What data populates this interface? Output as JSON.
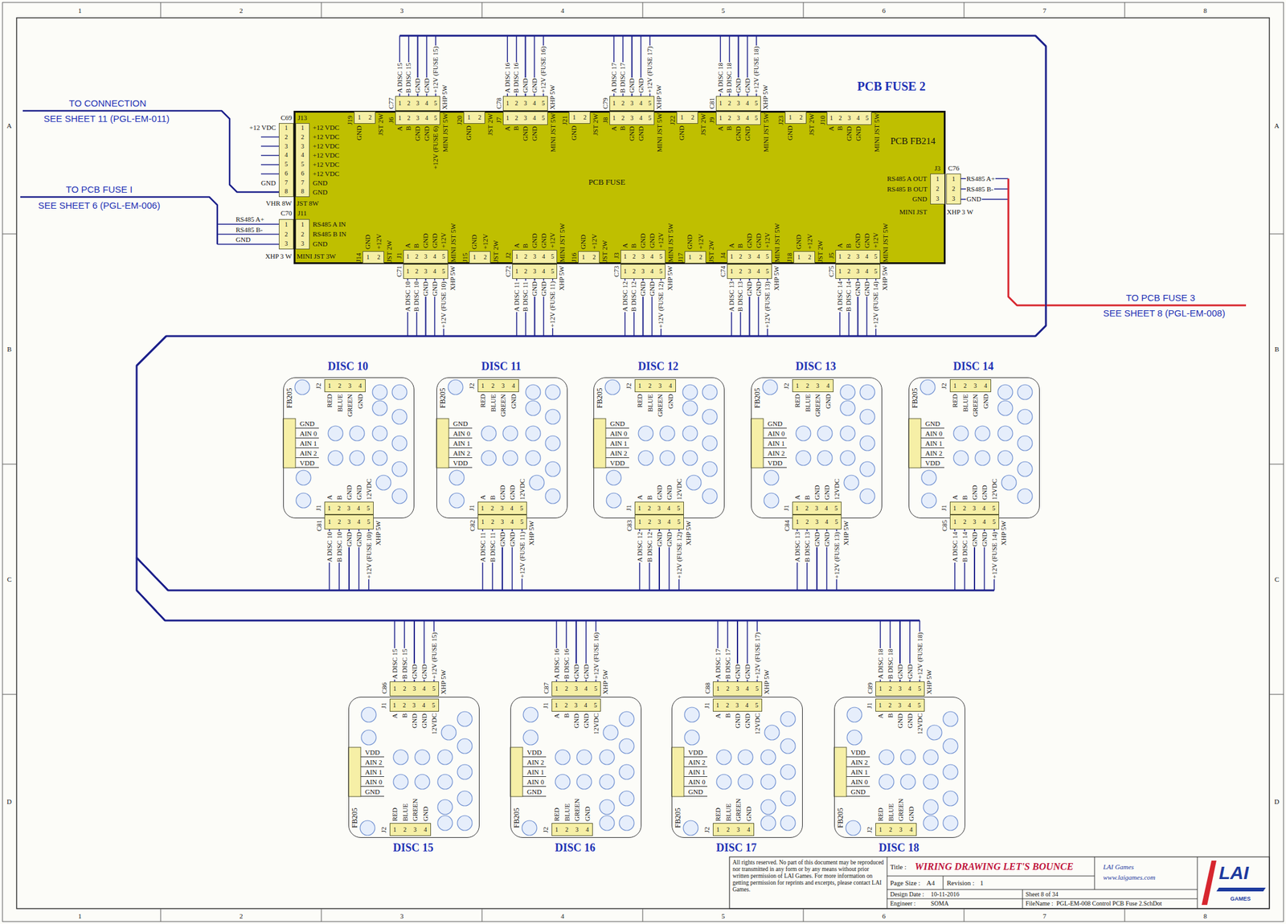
{
  "diagram": {
    "title": "WIRING DRAWING LET'S BOUNCE",
    "nodes": [
      {
        "text": [
          "PCB FUSE 2",
          "PCB FB214",
          "PCB FUSE"
        ]
      },
      {
        "text": [
          "J13",
          "1 2 3 4 5 6 7 8"
        ],
        "in": 0
      },
      {
        "text": [
          "J11",
          "1 2 3"
        ],
        "in": 0
      },
      {
        "text": [
          "J3",
          "1 2 3"
        ],
        "in": 0
      },
      {
        "text": [
          "J19",
          "1 2"
        ],
        "in": 0
      },
      {
        "text": [
          "J6",
          "1 2 3 4 5"
        ],
        "in": 0
      },
      {
        "text": [
          "J20",
          "1 2"
        ],
        "in": 0
      },
      {
        "text": [
          "J7",
          "1 2 3 4 5"
        ],
        "in": 0
      },
      {
        "text": [
          "J21",
          "1 2"
        ],
        "in": 0
      },
      {
        "text": [
          "J8",
          "1 2 3 4 5"
        ],
        "in": 0
      },
      {
        "text": [
          "J22",
          "1 2"
        ],
        "in": 0
      },
      {
        "text": [
          "J9",
          "1 2 3 4 5"
        ],
        "in": 0
      },
      {
        "text": [
          "J23",
          "1 2"
        ],
        "in": 0
      },
      {
        "text": [
          "J10",
          "1 2 3 4 5"
        ],
        "in": 0
      },
      {
        "text": [
          "J14",
          "1 2"
        ],
        "in": 0
      },
      {
        "text": [
          "J1",
          "1 2 3 4 5"
        ],
        "in": 0
      },
      {
        "text": [
          "J15",
          "1 2"
        ],
        "in": 0
      },
      {
        "text": [
          "J2",
          "1 2 3 4 5"
        ],
        "in": 0
      },
      {
        "text": [
          "J16",
          "1 2"
        ],
        "in": 0
      },
      {
        "text": [
          "J3",
          "1 2 3 4 5"
        ],
        "in": 0
      },
      {
        "text": [
          "J17",
          "1 2"
        ],
        "in": 0
      },
      {
        "text": [
          "J4",
          "1 2 3 4 5"
        ],
        "in": 0
      },
      {
        "text": [
          "J18",
          "1 2"
        ],
        "in": 0
      },
      {
        "text": [
          "J5",
          "1 2 3 4 5"
        ],
        "in": 0
      },
      {
        "text": [
          "C69",
          "1 2 3 4 5 6 7 8"
        ]
      },
      {
        "text": [
          "C70",
          "1 2 3"
        ]
      },
      {
        "text": [
          "C76",
          "1 2 3"
        ]
      },
      {
        "text": [
          "C77",
          "1 2 3 4 5"
        ]
      },
      {
        "text": [
          "C78",
          "1 2 3 4 5"
        ]
      },
      {
        "text": [
          "C79",
          "1 2 3 4 5"
        ]
      },
      {
        "text": [
          "C81",
          "1 2 3 4 5"
        ]
      },
      {
        "text": [
          "C71",
          "1 2 3 4 5"
        ]
      },
      {
        "text": [
          "C72",
          "1 2 3 4 5"
        ]
      },
      {
        "text": [
          "C73",
          "1 2 3 4 5"
        ]
      },
      {
        "text": [
          "C74",
          "1 2 3 4 5"
        ]
      },
      {
        "text": [
          "C75",
          "1 2 3 4 5"
        ]
      },
      {
        "text": [
          "DISC 10"
        ]
      },
      {
        "text": [
          "J2",
          "1 2 3 4"
        ],
        "in": 36
      },
      {
        "text": [
          "J1",
          "1 2 3 4 5"
        ],
        "in": 36
      },
      {
        "text": [
          "C81",
          "1 2 3 4 5"
        ]
      },
      {
        "text": [
          "DISC 11"
        ]
      },
      {
        "text": [
          "J2",
          "1 2 3 4"
        ],
        "in": 40
      },
      {
        "text": [
          "J1",
          "1 2 3 4 5"
        ],
        "in": 40
      },
      {
        "text": [
          "C82",
          "1 2 3 4 5"
        ]
      },
      {
        "text": [
          "DISC 12"
        ]
      },
      {
        "text": [
          "J2",
          "1 2 3 4"
        ],
        "in": 44
      },
      {
        "text": [
          "J1",
          "1 2 3 4 5"
        ],
        "in": 44
      },
      {
        "text": [
          "C83",
          "1 2 3 4 5"
        ]
      },
      {
        "text": [
          "DISC 13"
        ]
      },
      {
        "text": [
          "J2",
          "1 2 3 4"
        ],
        "in": 48
      },
      {
        "text": [
          "J1",
          "1 2 3 4 5"
        ],
        "in": 48
      },
      {
        "text": [
          "C84",
          "1 2 3 4 5"
        ]
      },
      {
        "text": [
          "DISC 14"
        ]
      },
      {
        "text": [
          "J2",
          "1 2 3 4"
        ],
        "in": 52
      },
      {
        "text": [
          "J1",
          "1 2 3 4 5"
        ],
        "in": 52
      },
      {
        "text": [
          "C85",
          "1 2 3 4 5"
        ]
      },
      {
        "text": [
          "C86",
          "1 2 3 4 5"
        ]
      },
      {
        "text": [
          "DISC 15"
        ]
      },
      {
        "text": [
          "J1",
          "1 2 3 4 5"
        ],
        "in": 57
      },
      {
        "text": [
          "J2",
          "1 2 3 4"
        ],
        "in": 57
      },
      {
        "text": [
          "C87",
          "1 2 3 4 5"
        ]
      },
      {
        "text": [
          "DISC 16"
        ]
      },
      {
        "text": [
          "J1",
          "1 2 3 4 5"
        ],
        "in": 61
      },
      {
        "text": [
          "J2",
          "1 2 3 4"
        ],
        "in": 61
      },
      {
        "text": [
          "C88",
          "1 2 3 4 5"
        ]
      },
      {
        "text": [
          "DISC 17"
        ]
      },
      {
        "text": [
          "J1",
          "1 2 3 4 5"
        ],
        "in": 65
      },
      {
        "text": [
          "J2",
          "1 2 3 4"
        ],
        "in": 65
      },
      {
        "text": [
          "C89",
          "1 2 3 4 5"
        ]
      },
      {
        "text": [
          "DISC 18"
        ]
      },
      {
        "text": [
          "J1",
          "1 2 3 4 5"
        ],
        "in": 69
      },
      {
        "text": [
          "J2",
          "1 2 3 4"
        ],
        "in": 69
      }
    ],
    "edges": [
      {
        "from": 27,
        "to": 56,
        "arrow": "none"
      },
      {
        "from": 28,
        "to": 60,
        "arrow": "none"
      },
      {
        "from": 29,
        "to": 64,
        "arrow": "none"
      },
      {
        "from": 30,
        "to": 68,
        "arrow": "none"
      },
      {
        "from": 31,
        "to": 39,
        "arrow": "none"
      },
      {
        "from": 32,
        "to": 43,
        "arrow": "none"
      },
      {
        "from": 33,
        "to": 47,
        "arrow": "none"
      },
      {
        "from": 34,
        "to": 51,
        "arrow": "none"
      },
      {
        "from": 35,
        "to": 55,
        "arrow": "none"
      }
    ],
    "labels": [
      "1",
      "2",
      "3",
      "4",
      "5",
      "6",
      "7",
      "8",
      "1",
      "2",
      "3",
      "4",
      "5",
      "6",
      "7",
      "8",
      "A",
      "B",
      "C",
      "D",
      "A",
      "B",
      "C",
      "D",
      "TO CONNECTION",
      "SEE SHEET 11 (PGL-EM-011)",
      "+12 VDC",
      "GND",
      "VHR 8W",
      "+12 VDC",
      "+12 VDC",
      "+12 VDC",
      "+12 VDC",
      "+12 VDC",
      "+12 VDC",
      "GND",
      "GND",
      "JST 8W",
      "TO PCB FUSE I",
      "SEE SHEET 6 (PGL-EM-006)",
      "RS485 A+",
      "RS485 B-",
      "GND",
      "XHP 3 W",
      "RS485 A IN",
      "RS485 B IN",
      "GND",
      "MINI JST 3W",
      "RS485 A OUT",
      "RS485 B OUT",
      "GND",
      "MINI JST",
      "RS485 A+",
      "RS485 B-",
      "GND",
      "XHP 3 W",
      "TO PCB FUSE 3",
      "SEE SHEET 8 (PGL-EM-008)",
      "GND",
      "JST 2W",
      "A",
      "B",
      "GND",
      "GND",
      "+12V (FUSE 6)",
      "MINI JST 5W",
      "GND",
      "JST 2W",
      "A",
      "B",
      "GND",
      "GND",
      "MINI JST 5W",
      "GND",
      "JST 2W",
      "A",
      "B",
      "GND",
      "GND",
      "MINI JST 5W",
      "GND",
      "JST 2W",
      "A",
      "B",
      "GND",
      "GND",
      "MINI JST 5W",
      "GND",
      "JST 2W",
      "A",
      "B",
      "GND",
      "GND",
      "MINI JST 5W",
      "GND",
      "+12V",
      "JST 2W",
      "A",
      "B",
      "GND",
      "GND",
      "+12V",
      "MINI JST 5W",
      "GND",
      "+12V",
      "JST 2W",
      "A",
      "B",
      "GND",
      "GND",
      "+12V",
      "MINI JST 5W",
      "GND",
      "+12V",
      "JST 2W",
      "A",
      "B",
      "GND",
      "GND",
      "+12V",
      "MINI JST 5W",
      "GND",
      "+12V",
      "JST 2W",
      "A",
      "B",
      "GND",
      "GND",
      "+12V",
      "MINI JST 5W",
      "GND",
      "+12V",
      "JST 2W",
      "A",
      "B",
      "GND",
      "GND",
      "+12V",
      "MINI JST 5W",
      "A DISC 15",
      "B DISC 15",
      "GND",
      "GND",
      "+12V (FUSE 15)",
      "XHP 5W",
      "A DISC 16",
      "B DISC 16",
      "GND",
      "GND",
      "+12V (FUSE 16)",
      "XHP 5W",
      "A DISC 17",
      "B DISC 17",
      "GND",
      "GND",
      "+12V (FUSE 17)",
      "XHP 5W",
      "A DISC 18",
      "B DISC 18",
      "GND",
      "GND",
      "+12V (FUSE 18)",
      "XHP 5W",
      "A DISC 10",
      "B DISC 10",
      "GND",
      "GND",
      "+12V (FUSE 10)",
      "XHP 5W",
      "A DISC 11",
      "B DISC 11",
      "GND",
      "GND",
      "+12V (FUSE 11)",
      "XHP 5W",
      "A DISC 12",
      "B DISC 12",
      "GND",
      "GND",
      "+12V (FUSE 12)",
      "XHP 5W",
      "A DISC 13",
      "B DISC 13",
      "GND",
      "GND",
      "+12V (FUSE 13)",
      "XHP 5W",
      "A DISC 14",
      "B DISC 14",
      "GND",
      "GND",
      "+12V (FUSE 14)",
      "XHP 5W",
      "FB205",
      "RED",
      "BLUE",
      "GREEN",
      "GND",
      "GND",
      "AIN 0",
      "AIN 1",
      "AIN 2",
      "VDD",
      "A",
      "B",
      "GND",
      "GND",
      "12VDC",
      "A DISC 10",
      "B DISC 10",
      "GND",
      "GND",
      "+12V (FUSE 10)",
      "XHP 5W",
      "FB205",
      "RED",
      "BLUE",
      "GREEN",
      "GND",
      "GND",
      "AIN 0",
      "AIN 1",
      "AIN 2",
      "VDD",
      "A",
      "B",
      "GND",
      "GND",
      "12VDC",
      "A DISC 11",
      "B DISC 11",
      "GND",
      "GND",
      "+12V (FUSE 11)",
      "XHP 5W",
      "FB205",
      "RED",
      "BLUE",
      "GREEN",
      "GND",
      "GND",
      "AIN 0",
      "AIN 1",
      "AIN 2",
      "VDD",
      "A",
      "B",
      "GND",
      "GND",
      "12VDC",
      "A DISC 12",
      "B DISC 12",
      "GND",
      "GND",
      "+12V (FUSE 12)",
      "XHP 5W",
      "FB205",
      "RED",
      "BLUE",
      "GREEN",
      "GND",
      "GND",
      "AIN 0",
      "AIN 1",
      "AIN 2",
      "VDD",
      "A",
      "B",
      "GND",
      "GND",
      "12VDC",
      "A DISC 13",
      "B DISC 13",
      "GND",
      "GND",
      "+12V (FUSE 13)",
      "XHP 5W",
      "FB205",
      "RED",
      "BLUE",
      "GREEN",
      "GND",
      "GND",
      "AIN 0",
      "AIN 1",
      "AIN 2",
      "VDD",
      "A",
      "B",
      "GND",
      "GND",
      "12VDC",
      "A DISC 14",
      "B DISC 14",
      "GND",
      "GND",
      "+12V (FUSE 14)",
      "XHP 5W",
      "A DISC 15",
      "B DISC 15",
      "GND",
      "GND",
      "+12V (FUSE 15)",
      "XHP 5W",
      "A",
      "B",
      "GND",
      "GND",
      "12VDC",
      "VDD",
      "AIN 2",
      "AIN 1",
      "AIN 0",
      "GND",
      "RED",
      "BLUE",
      "GREEN",
      "GND",
      "FB205",
      "A DISC 16",
      "B DISC 16",
      "GND",
      "GND",
      "+12V (FUSE 16)",
      "XHP 5W",
      "A",
      "B",
      "GND",
      "GND",
      "12VDC",
      "VDD",
      "AIN 2",
      "AIN 1",
      "AIN 0",
      "GND",
      "RED",
      "BLUE",
      "GREEN",
      "GND",
      "FB205",
      "A DISC 17",
      "B DISC 17",
      "GND",
      "GND",
      "+12V (FUSE 17)",
      "XHP 5W",
      "A",
      "B",
      "GND",
      "GND",
      "12VDC",
      "VDD",
      "AIN 2",
      "AIN 1",
      "AIN 0",
      "GND",
      "RED",
      "BLUE",
      "GREEN",
      "GND",
      "FB205",
      "A DISC 18",
      "B DISC 18",
      "GND",
      "GND",
      "+12V (FUSE 18)",
      "XHP 5W",
      "A",
      "B",
      "GND",
      "GND",
      "12VDC",
      "VDD",
      "AIN 2",
      "AIN 1",
      "AIN 0",
      "GND",
      "RED",
      "BLUE",
      "GREEN",
      "GND",
      "FB205",
      "All rights reserved. No part of this document may be reproduced nor transmitted in any form or by any means without prior written permission of LAI Games. For more information on getting permission for reprints and excerpts, please contact LAI Games.",
      "Title :",
      "Page Size :",
      "A4",
      "Revision :",
      "1",
      "Design Date :",
      "10-11-2016",
      "Sheet 8 of 34",
      "Engineer :",
      "SOMA",
      "FileName :",
      "PGL-EM-008 Control PCB Fuse 2.SchDot",
      "LAI Games",
      "www.laigames.com",
      "LAI",
      "GAMES"
    ]
  }
}
